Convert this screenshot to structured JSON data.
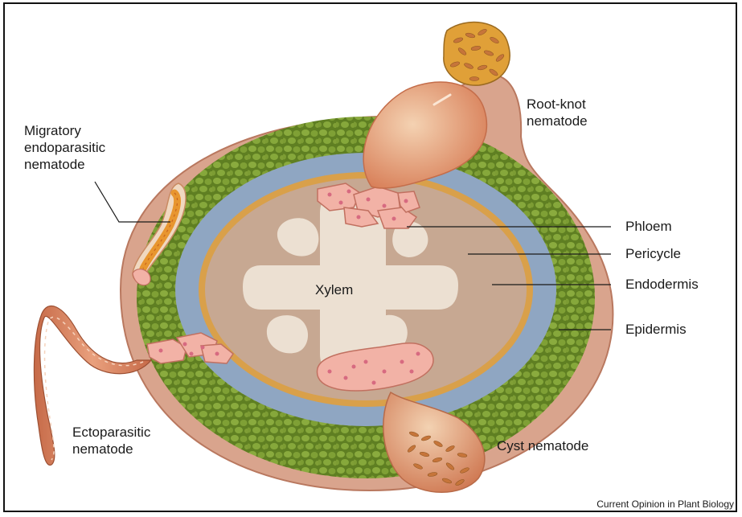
{
  "labels": {
    "root_knot": "Root-knot\nnematode",
    "migratory": "Migratory\nendoparasitic\nnematode",
    "phloem": "Phloem",
    "pericycle": "Pericycle",
    "endodermis": "Endodermis",
    "epidermis": "Epidermis",
    "xylem": "Xylem",
    "ectoparasitic": "Ectoparasitic\nnematode",
    "cyst": "Cyst nematode"
  },
  "credit": "Current Opinion in Plant Biology",
  "colors": {
    "epidermis": "#d9a48d",
    "cortex": "#7a9a36",
    "cortex_cell": "#5e7f22",
    "endodermis": "#8fa6c2",
    "pericycle": "#d9a04a",
    "stele": "#c4a48e",
    "xylem": "#ece0d2",
    "feeding_cell": "#f2b2a6",
    "nematode_body": "#d9754a",
    "nematode_light": "#f3d6b0",
    "egg_mass": "#e1a040"
  }
}
